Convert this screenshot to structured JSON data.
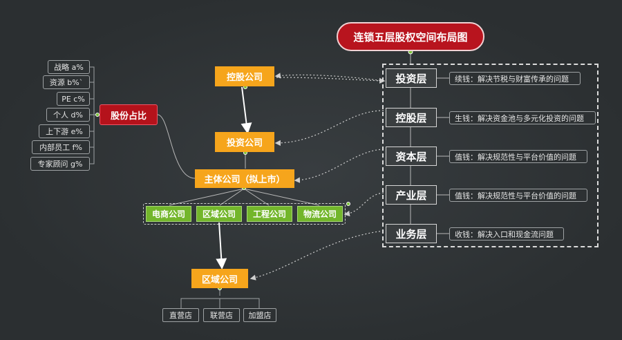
{
  "title": "连锁五层股权空间布局图",
  "share_root": "股份占比",
  "shares": [
    "战略 a%",
    "资源 b%`",
    "PE c%",
    "个人 d%",
    "上下游 e%",
    "内部员工 f%",
    "专家顾问 g%"
  ],
  "companies": {
    "holding": "控股公司",
    "investment": "投资公司",
    "main": "主体公司（拟上市）",
    "regional": "区域公司"
  },
  "business_units": [
    "电商公司",
    "区域公司",
    "工程公司",
    "物流公司"
  ],
  "stores": [
    "直营店",
    "联营店",
    "加盟店"
  ],
  "layers": [
    {
      "name": "投资层",
      "note": "续钱：解决节税与财富传承的问题"
    },
    {
      "name": "控股层",
      "note": "生钱：解决资金池与多元化投资的问题"
    },
    {
      "name": "资本层",
      "note": "值钱：解决规范性与平台价值的问题"
    },
    {
      "name": "产业层",
      "note": "值钱：解决规范性与平台价值的问题"
    },
    {
      "name": "业务层",
      "note": "收钱：解决入口和现金流问题"
    }
  ]
}
